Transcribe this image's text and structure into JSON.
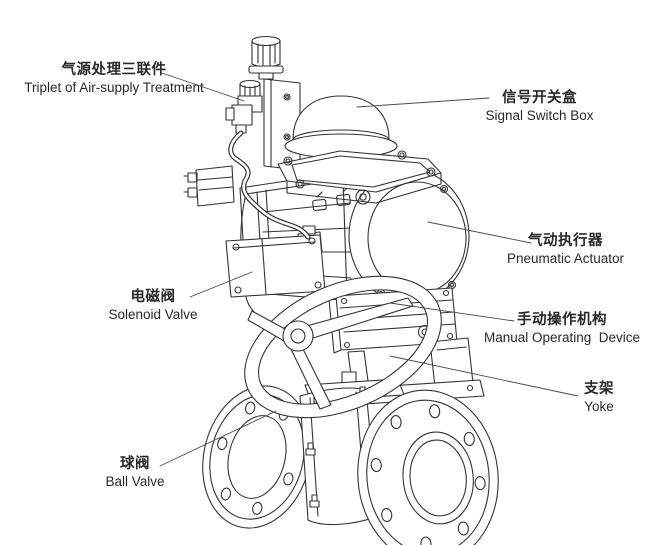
{
  "figure": {
    "description": "Exploded technical line drawing of a pneumatic actuated flanged ball valve assembly with bilingual (Chinese/English) part labels",
    "colors": {
      "background": "#ffffff",
      "drawing_line": "#333333",
      "leader_line": "#4a4a4a",
      "label_text": "#2b282a"
    },
    "labels": {
      "air_treatment": {
        "zh": "气源处理三联件",
        "en": "Triplet of Air-supply Treatment"
      },
      "signal_switch_box": {
        "zh": "信号开关盒",
        "en": "Signal Switch Box"
      },
      "pneumatic_actuator": {
        "zh": "气动执行器",
        "en": "Pneumatic Actuator"
      },
      "solenoid_valve": {
        "zh": "电磁阀",
        "en": "Solenoid Valve"
      },
      "manual_operating_device": {
        "zh": "手动操作机构",
        "en": "Manual Operating  Device"
      },
      "yoke": {
        "zh": "支架",
        "en": "Yoke"
      },
      "ball_valve": {
        "zh": "球阀",
        "en": "Ball Valve"
      }
    }
  }
}
